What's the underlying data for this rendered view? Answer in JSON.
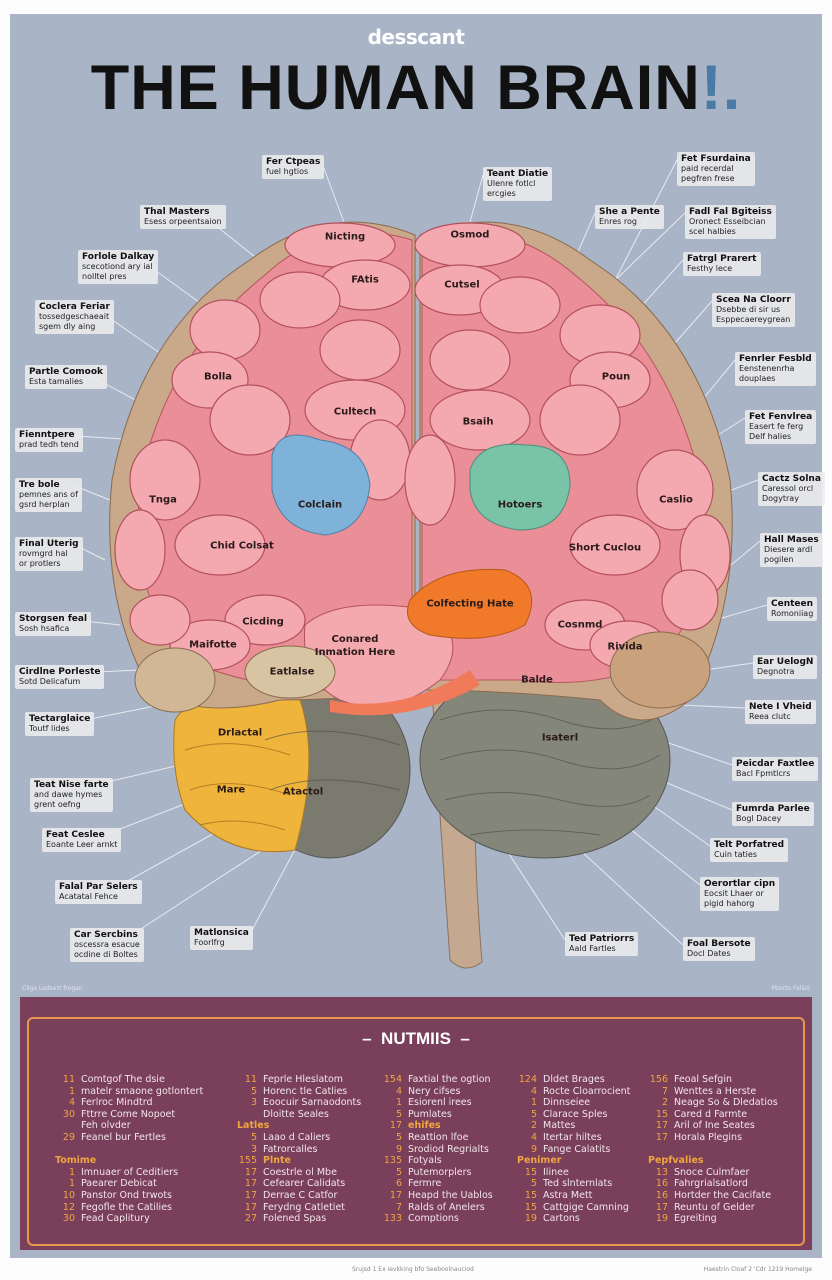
{
  "brand": "desscant",
  "title": "THE HUMAN BRAIN",
  "title_accent": "!.",
  "colors": {
    "background": "#a9b4c6",
    "panel": "#7a3f5a",
    "panel_border": "#e9964a",
    "accent": "#4a7aa6",
    "left_core": "#7fb2d9",
    "right_core": "#79c3a8",
    "orange_region": "#f07a2a"
  },
  "left_labels": [
    {
      "title": "Fer Ctpeas",
      "lines": [
        "fuel hgtios"
      ]
    },
    {
      "title": "Thal Masters",
      "lines": [
        "Esess orpeentsaion"
      ]
    },
    {
      "title": "Forlole Dalkay",
      "lines": [
        "scecotiond ary ial",
        "nolltel pres"
      ]
    },
    {
      "title": "Coclera Feriar",
      "lines": [
        "tossedgeschaeait",
        "sgem dly aing"
      ]
    },
    {
      "title": "Partle Comook",
      "lines": [
        "Esta tamalies"
      ]
    },
    {
      "title": "Fienntpere",
      "lines": [
        "prad tedh tend"
      ]
    },
    {
      "title": "Tre bole",
      "lines": [
        "pemnes ans of",
        "gsrd herplan"
      ]
    },
    {
      "title": "Final Uterig",
      "lines": [
        "rovmgrd hal",
        "or protlers"
      ]
    },
    {
      "title": "Storgsen feal",
      "lines": [
        "Sosh hsafica"
      ]
    },
    {
      "title": "Cirdlne Porleste",
      "lines": [
        "Sotd Delicafum"
      ]
    },
    {
      "title": "Tectarglaice",
      "lines": [
        "Toutf lides"
      ]
    },
    {
      "title": "Teat Nise farte",
      "lines": [
        "and dawe hymes",
        "grent oefng"
      ]
    },
    {
      "title": "Feat Ceslee",
      "lines": [
        "Eoante Leer arnkt"
      ]
    },
    {
      "title": "Falal Par Selers",
      "lines": [
        "Acatatal Fehce"
      ]
    },
    {
      "title": "Car Sercbins",
      "lines": [
        "oscessra esacue",
        "ocdine di Boltes"
      ]
    },
    {
      "title": "Matlonsica",
      "lines": [
        "Foorlfrg"
      ]
    }
  ],
  "right_labels": [
    {
      "title": "Teant Diatie",
      "lines": [
        "Ulenre fotlcl",
        "ercgies"
      ]
    },
    {
      "title": "She a Pente",
      "lines": [
        "Enres rog"
      ]
    },
    {
      "title": "Fet Fsurdaina",
      "lines": [
        "paid recerdal",
        "pegfren frese"
      ]
    },
    {
      "title": "Fadl Fal Bgiteiss",
      "lines": [
        "Oronect Esseibcian",
        "scel halbies"
      ]
    },
    {
      "title": "Fatrgl Prarert",
      "lines": [
        "Festhy lece"
      ]
    },
    {
      "title": "Scea Na Cloorr",
      "lines": [
        "Dsebbe di sir us",
        "Esppecaereygrean"
      ]
    },
    {
      "title": "Fenrler Fesbld",
      "lines": [
        "Eenstenenrha",
        "douplaes"
      ]
    },
    {
      "title": "Fet Fenvlrea",
      "lines": [
        "Easert fe ferg",
        "Delf halies"
      ]
    },
    {
      "title": "Cactz Solna",
      "lines": [
        "Caressol orcl",
        "Dogytray"
      ]
    },
    {
      "title": "Hall Mases",
      "lines": [
        "Diesere ardl",
        "pogilen"
      ]
    },
    {
      "title": "Centeen",
      "lines": [
        "Romoniiag"
      ]
    },
    {
      "title": "Ear UelogN",
      "lines": [
        "Degnotra"
      ]
    },
    {
      "title": "Nete I Vheid",
      "lines": [
        "Reea clutc"
      ]
    },
    {
      "title": "Peicdar Faxtlee",
      "lines": [
        "Bacl Fpmtlcrs"
      ]
    },
    {
      "title": "Fumrda Parlee",
      "lines": [
        "Bogl Dacey"
      ]
    },
    {
      "title": "Telt Porfatred",
      "lines": [
        "Cuin taties"
      ]
    },
    {
      "title": "Oerortlar cipn",
      "lines": [
        "Eocsit Lhaer or",
        "pigid hahorg"
      ]
    },
    {
      "title": "Ted Patriorrs",
      "lines": [
        "Aald Fartles"
      ]
    },
    {
      "title": "Foal Bersote",
      "lines": [
        "Docl Dates"
      ]
    }
  ],
  "region_labels": [
    "Nicting",
    "Osmod",
    "FAtis",
    "Cutsel",
    "Bolla",
    "Poun",
    "Cultech",
    "Bsaih",
    "Colclain",
    "Hotoers",
    "Tnga",
    "Caslio",
    "Chid Colsat",
    "Short Cuclou",
    "Colfecting Hate",
    "Conared Inmation Here",
    "Maifotte",
    "Cicding",
    "Cosnmd",
    "Rivida",
    "Eatlalse",
    "Balde",
    "Drlactal",
    "Isaterl",
    "Atactol",
    "Mare"
  ],
  "footer": {
    "top_left": "Cliga Ledsert frogan",
    "top_right": "Pborto Fel&0",
    "bottom_left": "Srujsd 1 Ex ievkking bfo Seeboolnauciod",
    "bottom_right": "Haestrin Cloaf 2 'Cdr 1219 Homelge"
  },
  "panel": {
    "title": "NUTMIIS",
    "columns": [
      [
        {
          "n": "11",
          "t": "Comtgof The dsie"
        },
        {
          "n": "1",
          "t": "matelr smaone gotlontert"
        },
        {
          "n": "4",
          "t": "Ferlroc Mindtrd"
        },
        {
          "n": "30",
          "t": "Fttrre Come Nopoet"
        },
        {
          "n": "",
          "t": "Feh olvder"
        },
        {
          "n": "29",
          "t": "Feanel bur Fertles"
        },
        {
          "n": "",
          "t": ""
        },
        {
          "head": "Tomime"
        },
        {
          "n": "1",
          "t": "Imnuaer of Ceditiers"
        },
        {
          "n": "1",
          "t": "Paearer Debicat"
        },
        {
          "n": "10",
          "t": "Panstor Ond trwots"
        },
        {
          "n": "12",
          "t": "Fegofle the Catilies"
        },
        {
          "n": "30",
          "t": "Fead Caplitury"
        }
      ],
      [
        {
          "n": "11",
          "t": "Feprle Hleslatom"
        },
        {
          "n": "5",
          "t": "Horenc tle Catlies"
        },
        {
          "n": "3",
          "t": "Eoocuir Sarnaodonts"
        },
        {
          "n": "",
          "t": "Dloitte Seales"
        },
        {
          "head": "Latles"
        },
        {
          "n": "5",
          "t": "Laao d Caliers"
        },
        {
          "n": "3",
          "t": "Fatrorcalles"
        },
        {
          "n": "155",
          "t": "Plnte",
          "hl": true
        },
        {
          "n": "17",
          "t": "Coestrle ol Mbe"
        },
        {
          "n": "17",
          "t": "Cefearer Calidats"
        },
        {
          "n": "17",
          "t": "Derrae C Catfor"
        },
        {
          "n": "17",
          "t": "Ferydng Catletiet"
        },
        {
          "n": "27",
          "t": "Folened Spas"
        }
      ],
      [
        {
          "n": "154",
          "t": "Faxtial the ogtion"
        },
        {
          "n": "4",
          "t": "Nery cifses"
        },
        {
          "n": "1",
          "t": "Esiorenl irees"
        },
        {
          "n": "5",
          "t": "Pumlates"
        },
        {
          "n": "17",
          "t": "ehifes",
          "hl": true
        },
        {
          "n": "5",
          "t": "Reattion lfoe"
        },
        {
          "n": "9",
          "t": "Srodiod Regrialts"
        },
        {
          "n": "135",
          "t": "Fotyals"
        },
        {
          "n": "5",
          "t": "Putemorplers"
        },
        {
          "n": "6",
          "t": "Fermre"
        },
        {
          "n": "17",
          "t": "Heapd the Uablos"
        },
        {
          "n": "7",
          "t": "Ralds of Anelers"
        },
        {
          "n": "133",
          "t": "Comptions"
        }
      ],
      [
        {
          "n": "124",
          "t": "Dldet Brages"
        },
        {
          "n": "4",
          "t": "Rocte Cloarrocient"
        },
        {
          "n": "1",
          "t": "Dinnseiee"
        },
        {
          "n": "5",
          "t": "Clarace Sples"
        },
        {
          "n": "2",
          "t": "Mattes"
        },
        {
          "n": "4",
          "t": "Itertar hiltes"
        },
        {
          "n": "9",
          "t": "Fange Calatits"
        },
        {
          "head": "Penimer"
        },
        {
          "n": "15",
          "t": "Ilinee"
        },
        {
          "n": "5",
          "t": "Ted slnternlats"
        },
        {
          "n": "15",
          "t": "Astra Mett"
        },
        {
          "n": "15",
          "t": "Cattgige Camning"
        },
        {
          "n": "19",
          "t": "Cartons"
        }
      ],
      [
        {
          "n": "156",
          "t": "Feoal Sefgin"
        },
        {
          "n": "7",
          "t": "Wenttes a Herste"
        },
        {
          "n": "2",
          "t": "Neage So & Dledatios"
        },
        {
          "n": "15",
          "t": "Cared d Farmte"
        },
        {
          "n": "17",
          "t": "Aril of Ine Seates"
        },
        {
          "n": "17",
          "t": "Horala Plegins"
        },
        {
          "n": "",
          "t": ""
        },
        {
          "head": "Pepfvalies"
        },
        {
          "n": "13",
          "t": "Snoce Culmfaer"
        },
        {
          "n": "16",
          "t": "Fahrgrialsatlord"
        },
        {
          "n": "16",
          "t": "Hortder the Cacifate"
        },
        {
          "n": "17",
          "t": "Reuntu of Gelder"
        },
        {
          "n": "19",
          "t": "Egreiting"
        }
      ]
    ]
  }
}
